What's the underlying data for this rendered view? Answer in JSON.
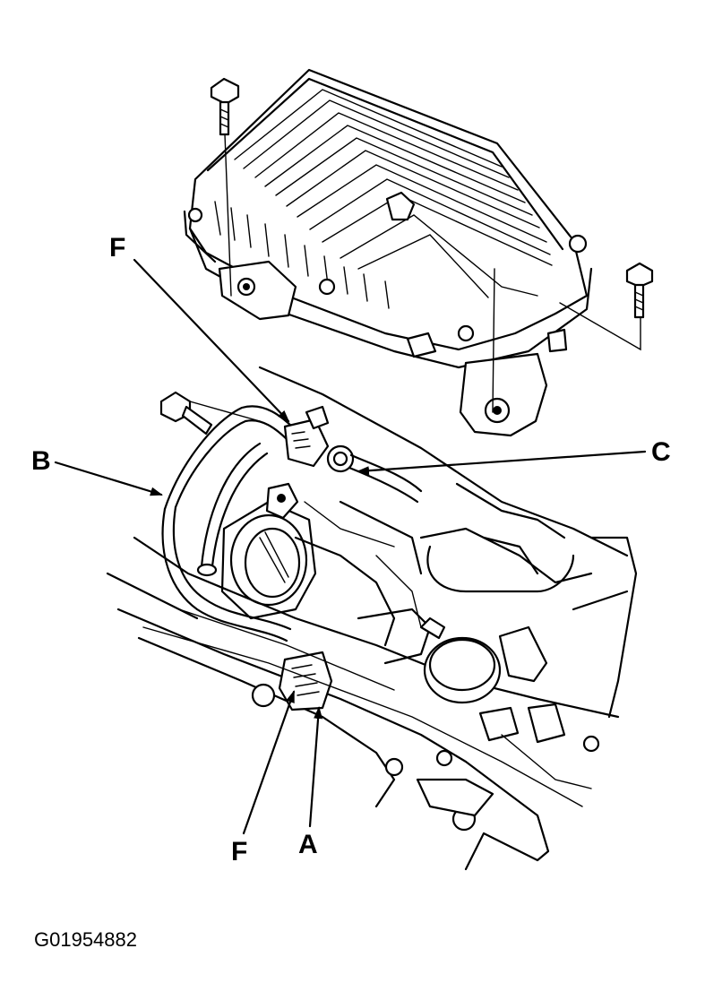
{
  "callouts": {
    "f_top": "F",
    "b": "B",
    "c": "C",
    "f_bottom": "F",
    "a": "A"
  },
  "figure_id": "G01954882",
  "icons": [
    "bolt-icon",
    "arrow-icon"
  ]
}
